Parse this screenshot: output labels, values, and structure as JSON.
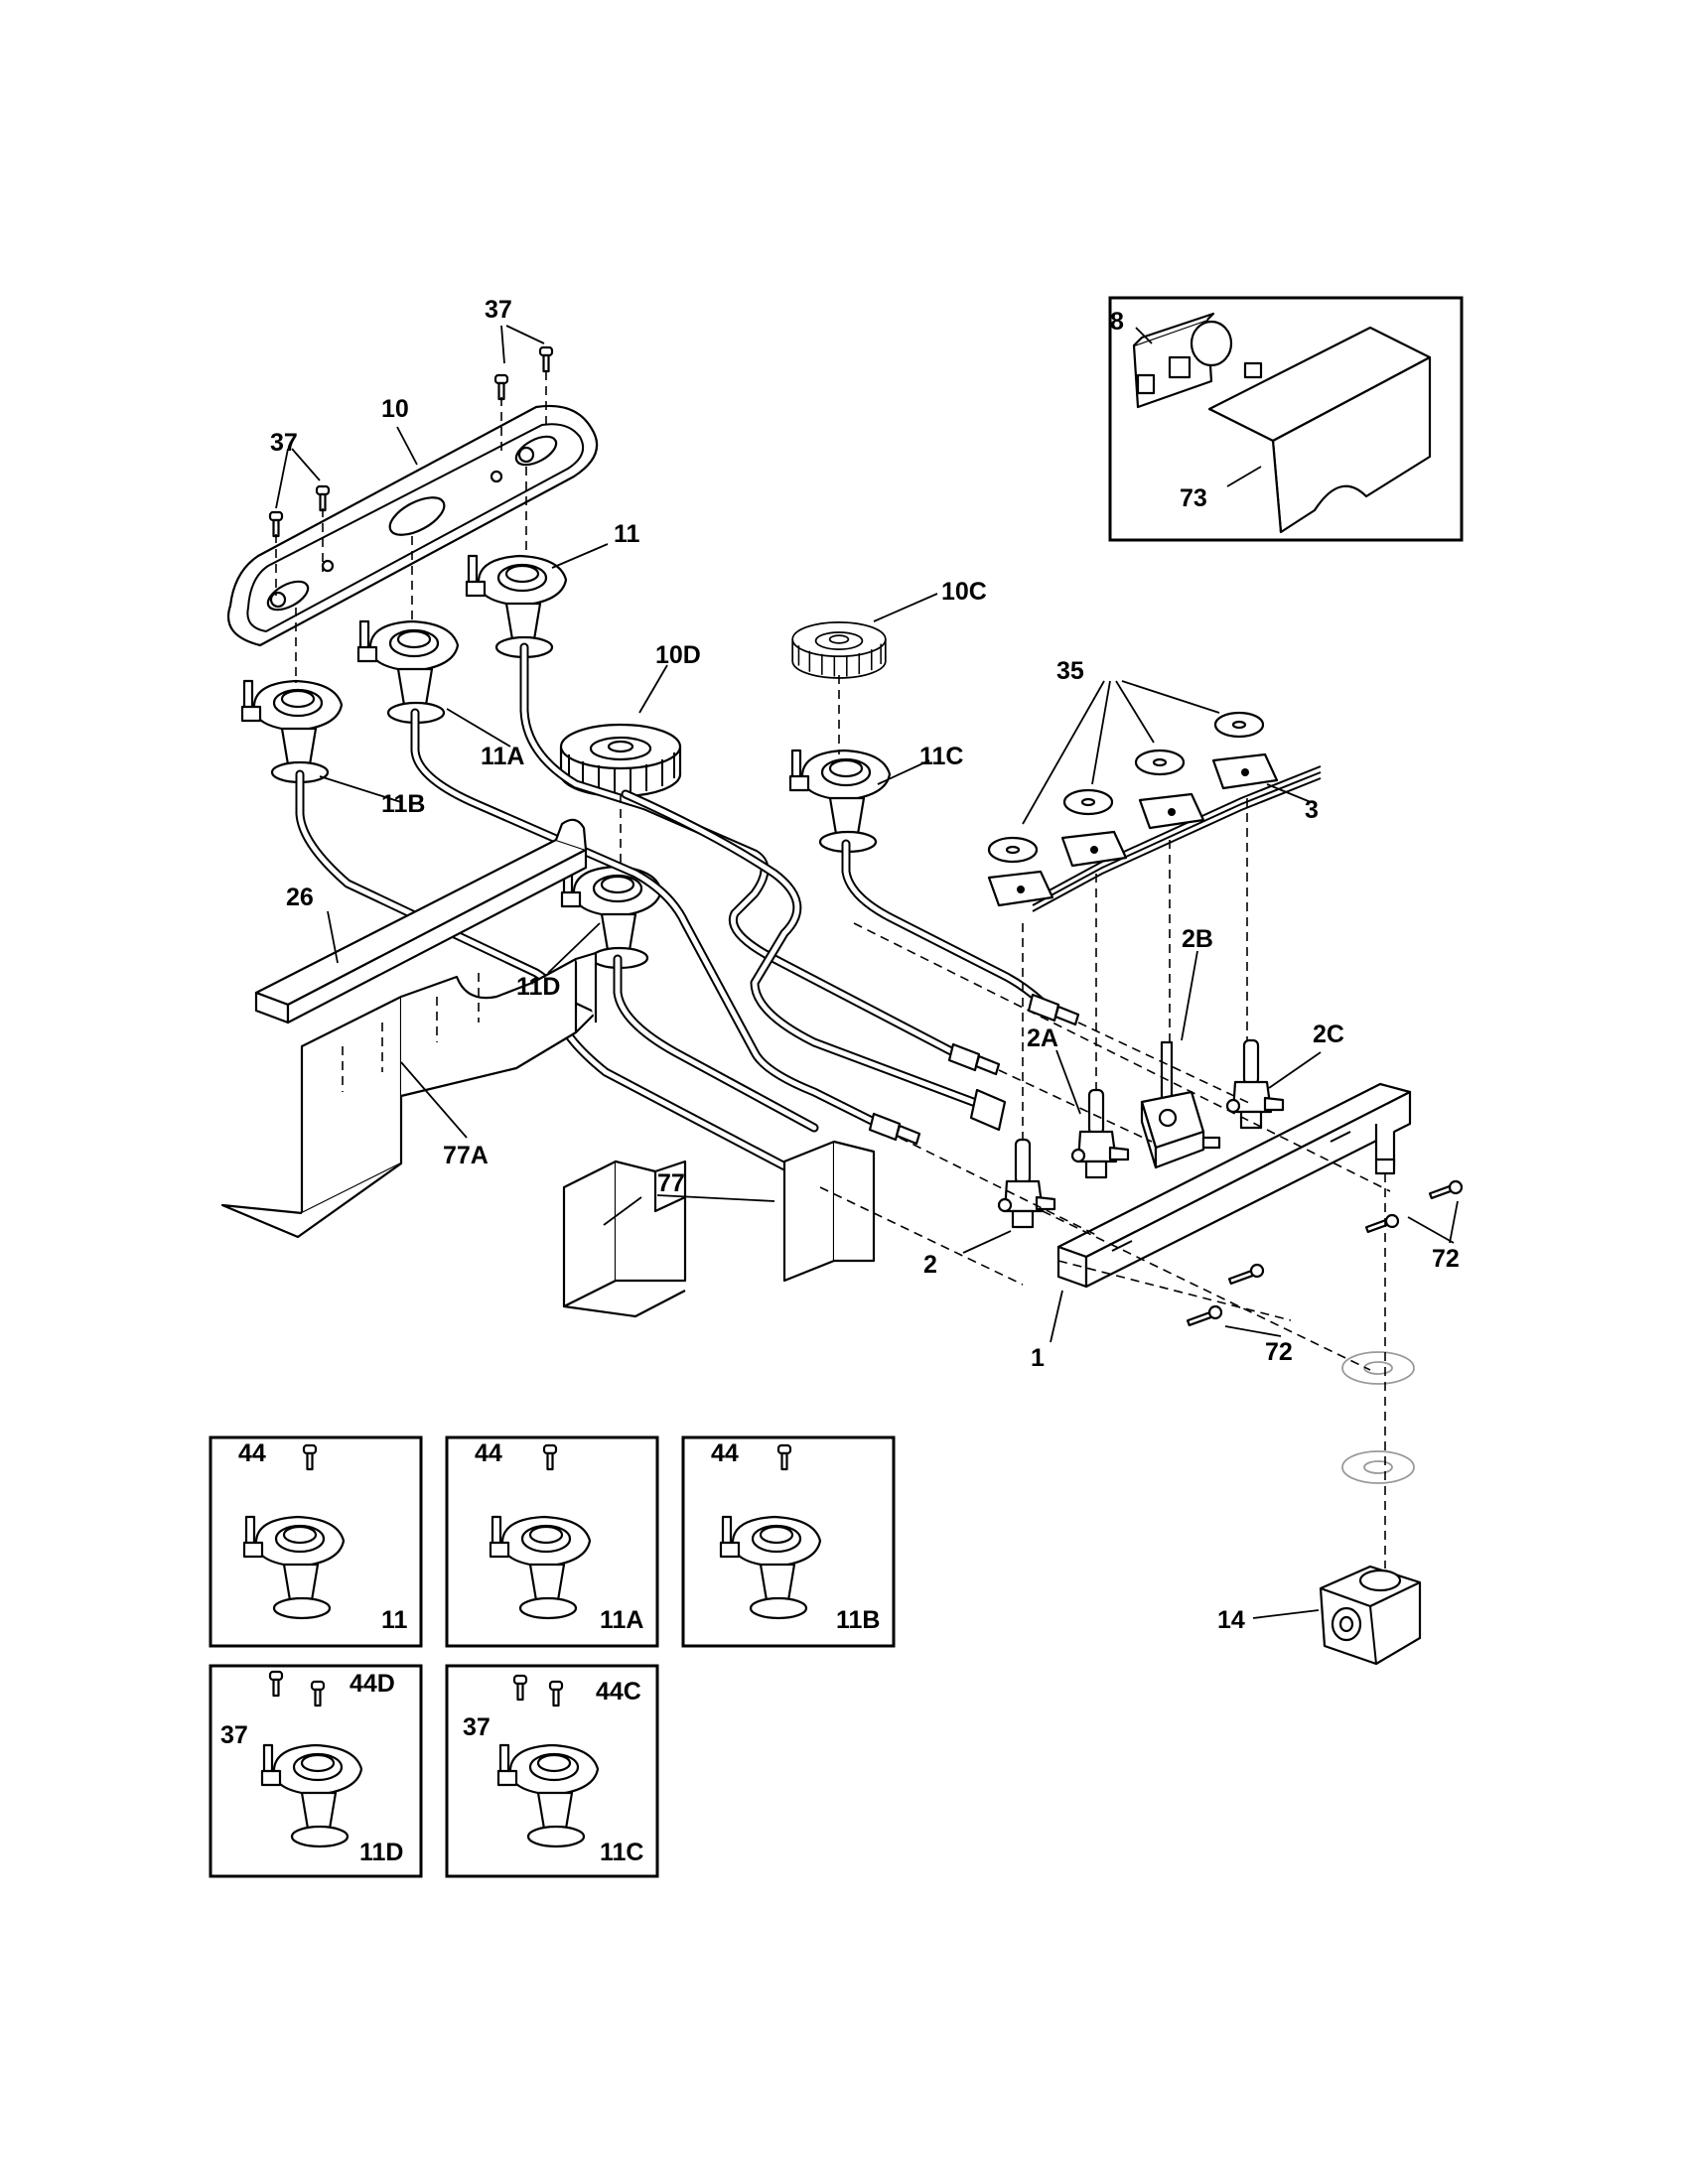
{
  "labels": {
    "p37_top": "37",
    "p10": "10",
    "p37_left": "37",
    "p11": "11",
    "p10c": "10C",
    "p10d": "10D",
    "p35": "35",
    "p11a": "11A",
    "p11b": "11B",
    "p11c": "11C",
    "p3": "3",
    "p26": "26",
    "p2b": "2B",
    "p2c": "2C",
    "p2a": "2A",
    "p11d": "11D",
    "p77a": "77A",
    "p77": "77",
    "p72_right": "72",
    "p2": "2",
    "p1": "1",
    "p72_bottom": "72",
    "p14": "14",
    "p8": "8",
    "p73": "73"
  },
  "detail_boxes": [
    {
      "part_label": "44",
      "caption": "11"
    },
    {
      "part_label": "44",
      "caption": "11A"
    },
    {
      "part_label": "44",
      "caption": "11B"
    },
    {
      "screw_label": "37",
      "part_label": "44D",
      "caption": "11D"
    },
    {
      "screw_label": "37",
      "part_label": "44C",
      "caption": "11C"
    }
  ]
}
